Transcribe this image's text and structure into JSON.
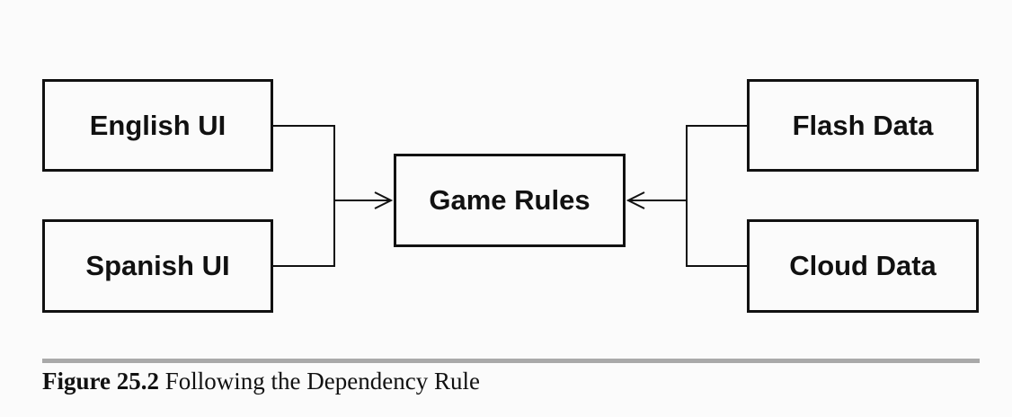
{
  "diagram": {
    "nodes": {
      "english_ui": "English UI",
      "spanish_ui": "Spanish UI",
      "game_rules": "Game Rules",
      "flash_data": "Flash Data",
      "cloud_data": "Cloud Data"
    },
    "edges": [
      {
        "from": "english_ui",
        "to": "game_rules"
      },
      {
        "from": "spanish_ui",
        "to": "game_rules"
      },
      {
        "from": "flash_data",
        "to": "game_rules"
      },
      {
        "from": "cloud_data",
        "to": "game_rules"
      }
    ]
  },
  "caption": {
    "label": "Figure 25.2",
    "text": "Following the Dependency Rule"
  },
  "colors": {
    "line": "#111111",
    "rule": "#a9a9a9",
    "background": "#fbfbfb"
  }
}
